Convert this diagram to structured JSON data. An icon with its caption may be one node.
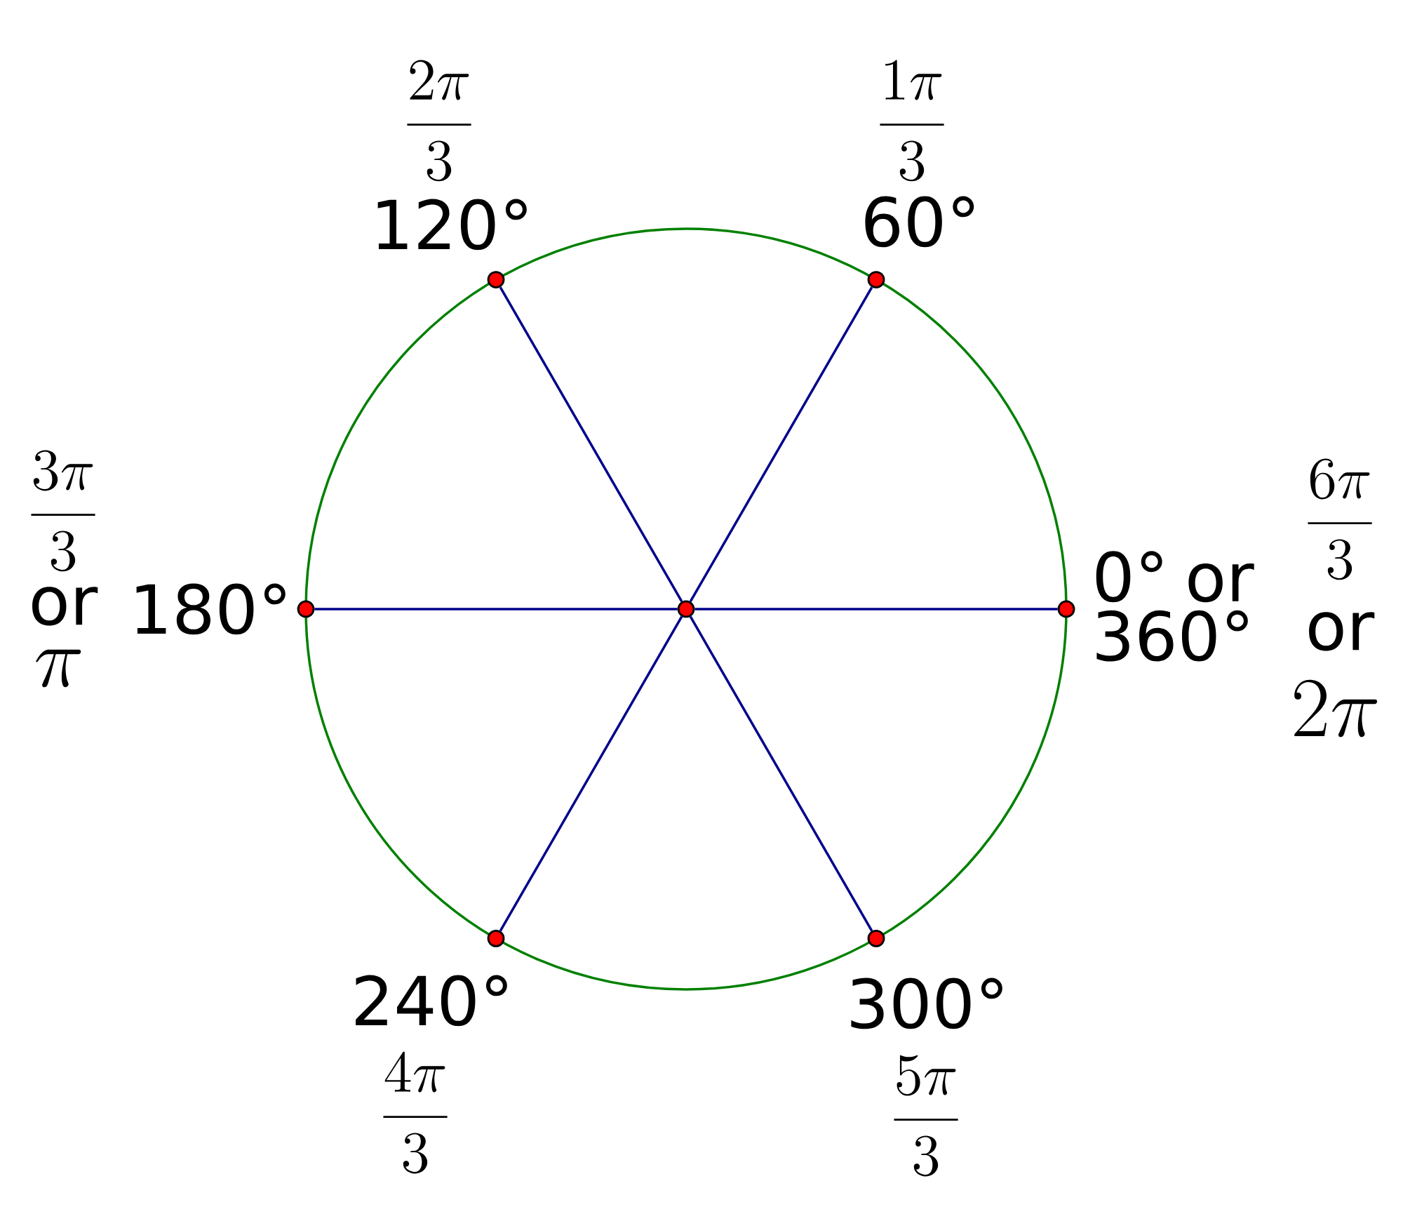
{
  "diagram": {
    "nodes": [
      {
        "text": [],
        "shape": "circle",
        "beside": [
          "120°",
          "\\frac{2\\pi}{3}"
        ]
      },
      {
        "text": [],
        "shape": "circle",
        "beside": [
          "60°",
          "\\frac{1\\pi}{3}"
        ]
      },
      {
        "text": [],
        "shape": "circle",
        "beside": [
          "180°",
          "\\frac{3\\pi}{3}",
          "or",
          "\\pi"
        ]
      },
      {
        "text": [],
        "shape": "circle"
      },
      {
        "text": [],
        "shape": "circle",
        "beside": [
          "0° or 360°",
          "\\frac{6\\pi}{3}",
          "or",
          "2\\pi"
        ]
      },
      {
        "text": [],
        "shape": "circle",
        "beside": [
          "240°",
          "\\frac{4\\pi}{3}"
        ]
      },
      {
        "text": [],
        "shape": "circle",
        "beside": [
          "300°",
          "\\frac{5\\pi}{3}"
        ]
      }
    ],
    "edges": [
      {
        "from": 3,
        "to": 0,
        "arrow": "none"
      },
      {
        "from": 3,
        "to": 1,
        "arrow": "none"
      },
      {
        "from": 3,
        "to": 2,
        "arrow": "none"
      },
      {
        "from": 3,
        "to": 4,
        "arrow": "none"
      },
      {
        "from": 3,
        "to": 5,
        "arrow": "none"
      },
      {
        "from": 3,
        "to": 6,
        "arrow": "none"
      }
    ]
  }
}
